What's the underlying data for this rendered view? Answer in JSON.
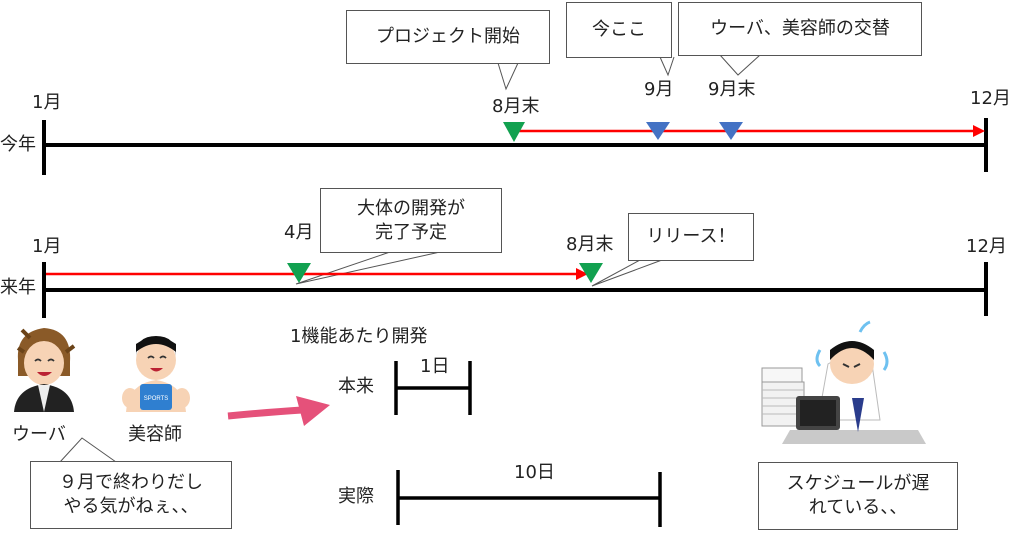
{
  "this_year": {
    "row_label": "今年",
    "start_label": "1月",
    "end_label": "12月",
    "marker_labels": [
      "8月末",
      "9月",
      "9月末"
    ],
    "callouts": [
      "プロジェクト開始",
      "今ここ",
      "ウーバ、美容師の交替"
    ]
  },
  "next_year": {
    "row_label": "来年",
    "start_label": "1月",
    "end_label": "12月",
    "marker_labels": [
      "4月",
      "8月末"
    ],
    "callouts": [
      "大体の開発が\n完了予定",
      "リリース！"
    ]
  },
  "people": {
    "uba": "ウーバ",
    "stylist": "美容師",
    "shirt_text": "SPORTS",
    "complaint": "９月で終わりだし\nやる気がねぇ、、"
  },
  "per_feature": {
    "title": "1機能あたり開発",
    "planned_label": "本来",
    "planned_duration": "1日",
    "actual_label": "実際",
    "actual_duration": "10日"
  },
  "worker": {
    "comment": "スケジュールが遅\nれている、、"
  },
  "colors": {
    "timeline": "#000000",
    "progress_arrow": "#ff0000",
    "milestone_green": "#12a150",
    "marker_blue": "#4472c4",
    "pink_arrow": "#e5517a"
  }
}
